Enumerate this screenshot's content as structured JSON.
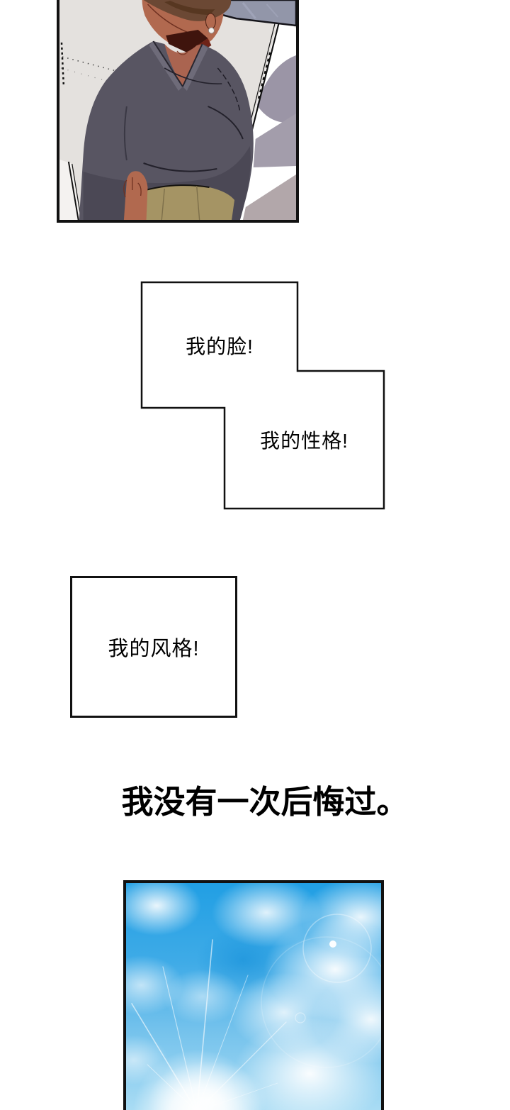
{
  "comic": {
    "bubbles": {
      "face": "我的脸!",
      "personality": "我的性格!",
      "style": "我的风格!"
    },
    "narration": "我没有一次后悔过。",
    "panels": {
      "top": "man-in-vneck-shirt-seen-from-above",
      "bottom": "blue-sky-clouds-sun-flare"
    },
    "palette": {
      "outline": "#111111",
      "panel_bg": "#e4e1de",
      "skin": "#b1694f",
      "hair": "#6b4834",
      "shirt": "#585562",
      "pants": "#a59464",
      "wall_shadow": "#9b95a6",
      "sky_blue": "#219fe4",
      "bubble_bg": "#ffffff",
      "text": "#000000"
    }
  }
}
